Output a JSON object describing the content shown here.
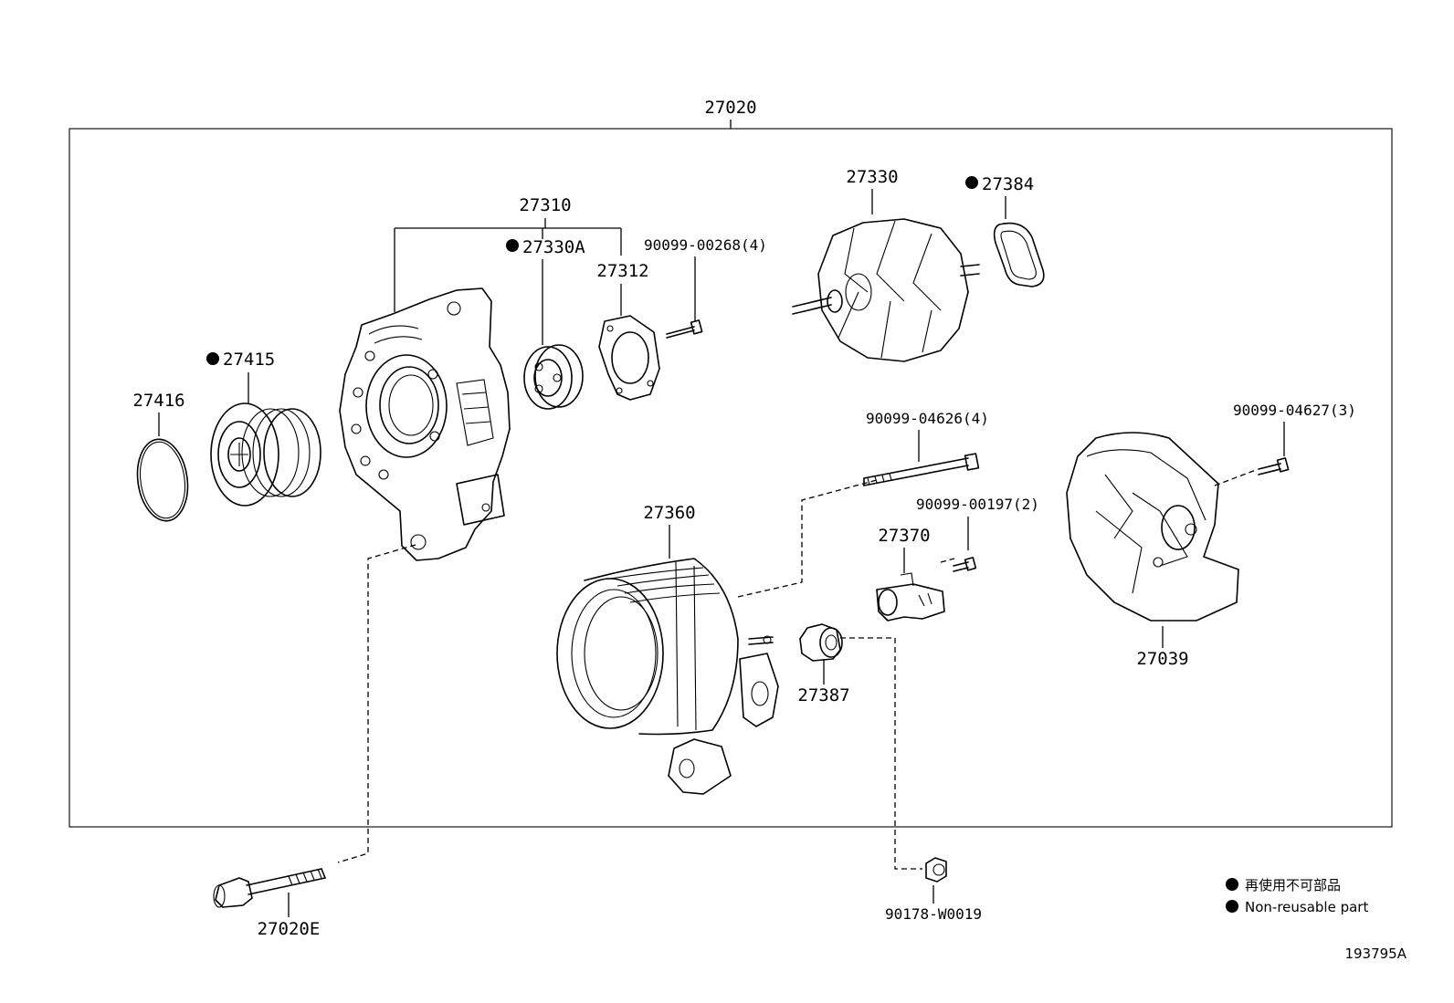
{
  "assembly_label": "27020",
  "parts": {
    "p27310": "27310",
    "p27330A": "27330A",
    "p90099_00268": "90099-00268(4)",
    "p27312": "27312",
    "p27330": "27330",
    "p27384": "27384",
    "p27415": "27415",
    "p27416": "27416",
    "p90099_04626": "90099-04626(4)",
    "p90099_04627": "90099-04627(3)",
    "p27360": "27360",
    "p90099_00197": "90099-00197(2)",
    "p27370": "27370",
    "p27387": "27387",
    "p27039": "27039",
    "p27020E": "27020E",
    "p90178_W0019": "90178-W0019"
  },
  "legend": {
    "line1": "再使用不可部品",
    "line2": "Non-reusable part"
  },
  "figure_id": "193795A"
}
